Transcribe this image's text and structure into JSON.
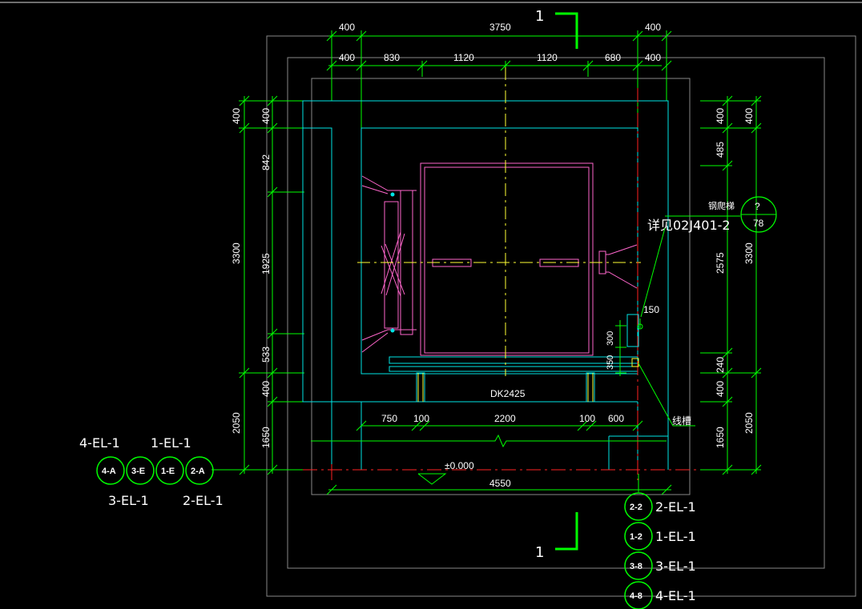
{
  "colors": {
    "background": "#000000",
    "dim_line": "#00ff00",
    "wall_cyan": "#00e5e5",
    "car_pink": "#ff66cc",
    "centerline_yellow": "#ffff33",
    "grid_red": "#ff2222",
    "outline_gray": "#aaaaaa"
  },
  "section": {
    "mark": "1"
  },
  "dims_top_row1": [
    "400",
    "3750",
    "400"
  ],
  "dims_top_row2": [
    "400",
    "830",
    "1120",
    "1120",
    "680",
    "400"
  ],
  "dims_left_outer": [
    "400",
    "3300",
    "2050"
  ],
  "dims_left_inner": [
    "400",
    "842",
    "1925",
    "533",
    "400",
    "1650"
  ],
  "dims_right_inner": [
    "400",
    "485",
    "2575",
    "240",
    "400",
    "1650"
  ],
  "dims_right_outer": [
    "400",
    "3300",
    "2050"
  ],
  "door_dims": [
    "750",
    "100",
    "2200",
    "100",
    "600"
  ],
  "door_label": "DK2425",
  "level_label": "±0.000",
  "bottom_width": "4550",
  "ladder": {
    "title": "钢爬梯",
    "ref": "详见02J401-2",
    "bubble_top": "?",
    "bubble_bottom": "78"
  },
  "small_dims": {
    "d150": "150",
    "d300": "300",
    "d350": "350"
  },
  "trench_label": "线槽",
  "left_bubbles": [
    "4-A",
    "3-E",
    "1-E",
    "2-A"
  ],
  "left_labels_top": [
    "4-EL-1",
    "1-EL-1"
  ],
  "left_labels_bottom": [
    "3-EL-1",
    "2-EL-1"
  ],
  "right_bubbles": [
    {
      "id": "2-2",
      "ref": "2-EL-1"
    },
    {
      "id": "1-2",
      "ref": "1-EL-1"
    },
    {
      "id": "3-8",
      "ref": "3-EL-1"
    },
    {
      "id": "4-8",
      "ref": "4-EL-1"
    }
  ]
}
